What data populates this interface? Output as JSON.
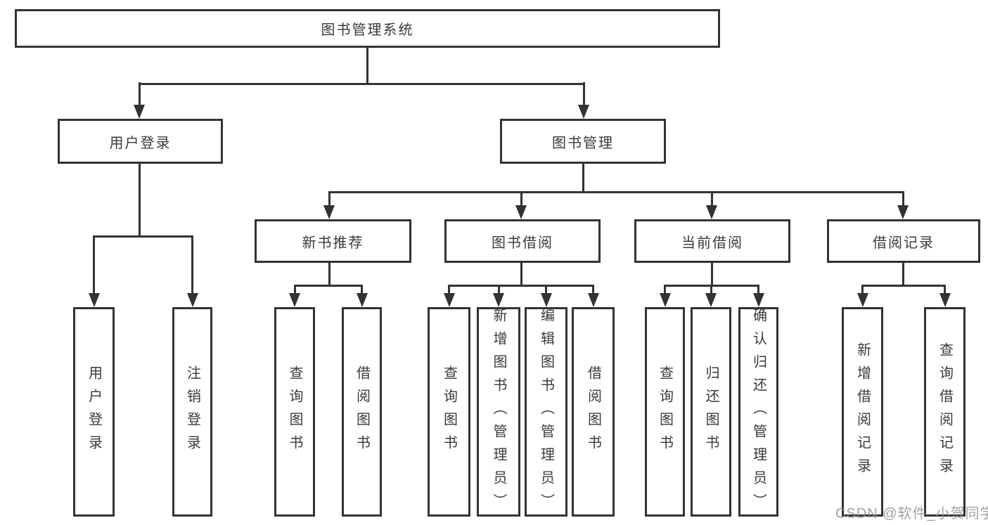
{
  "colors": {
    "line": "#333333",
    "text": "#3a3a3a",
    "background": "#ffffff",
    "watermark": "#919191"
  },
  "tree": {
    "root": "图书管理系统",
    "user_login": {
      "label": "用户登录",
      "children": [
        "用户登录",
        "注销登录"
      ]
    },
    "book_mgmt": {
      "label": "图书管理",
      "groups": [
        {
          "label": "新书推荐",
          "children": [
            "查询图书",
            "借阅图书"
          ]
        },
        {
          "label": "图书借阅",
          "children": [
            "查询图书",
            "新增图书（管理员）",
            "编辑图书（管理员）",
            "借阅图书"
          ]
        },
        {
          "label": "当前借阅",
          "children": [
            "查询图书",
            "归还图书",
            "确认归还（管理员）"
          ]
        },
        {
          "label": "借阅记录",
          "children": [
            "新增借阅记录",
            "查询借阅记录"
          ]
        }
      ]
    }
  },
  "watermark": {
    "text": "CSDN @软件_小贺同学"
  }
}
